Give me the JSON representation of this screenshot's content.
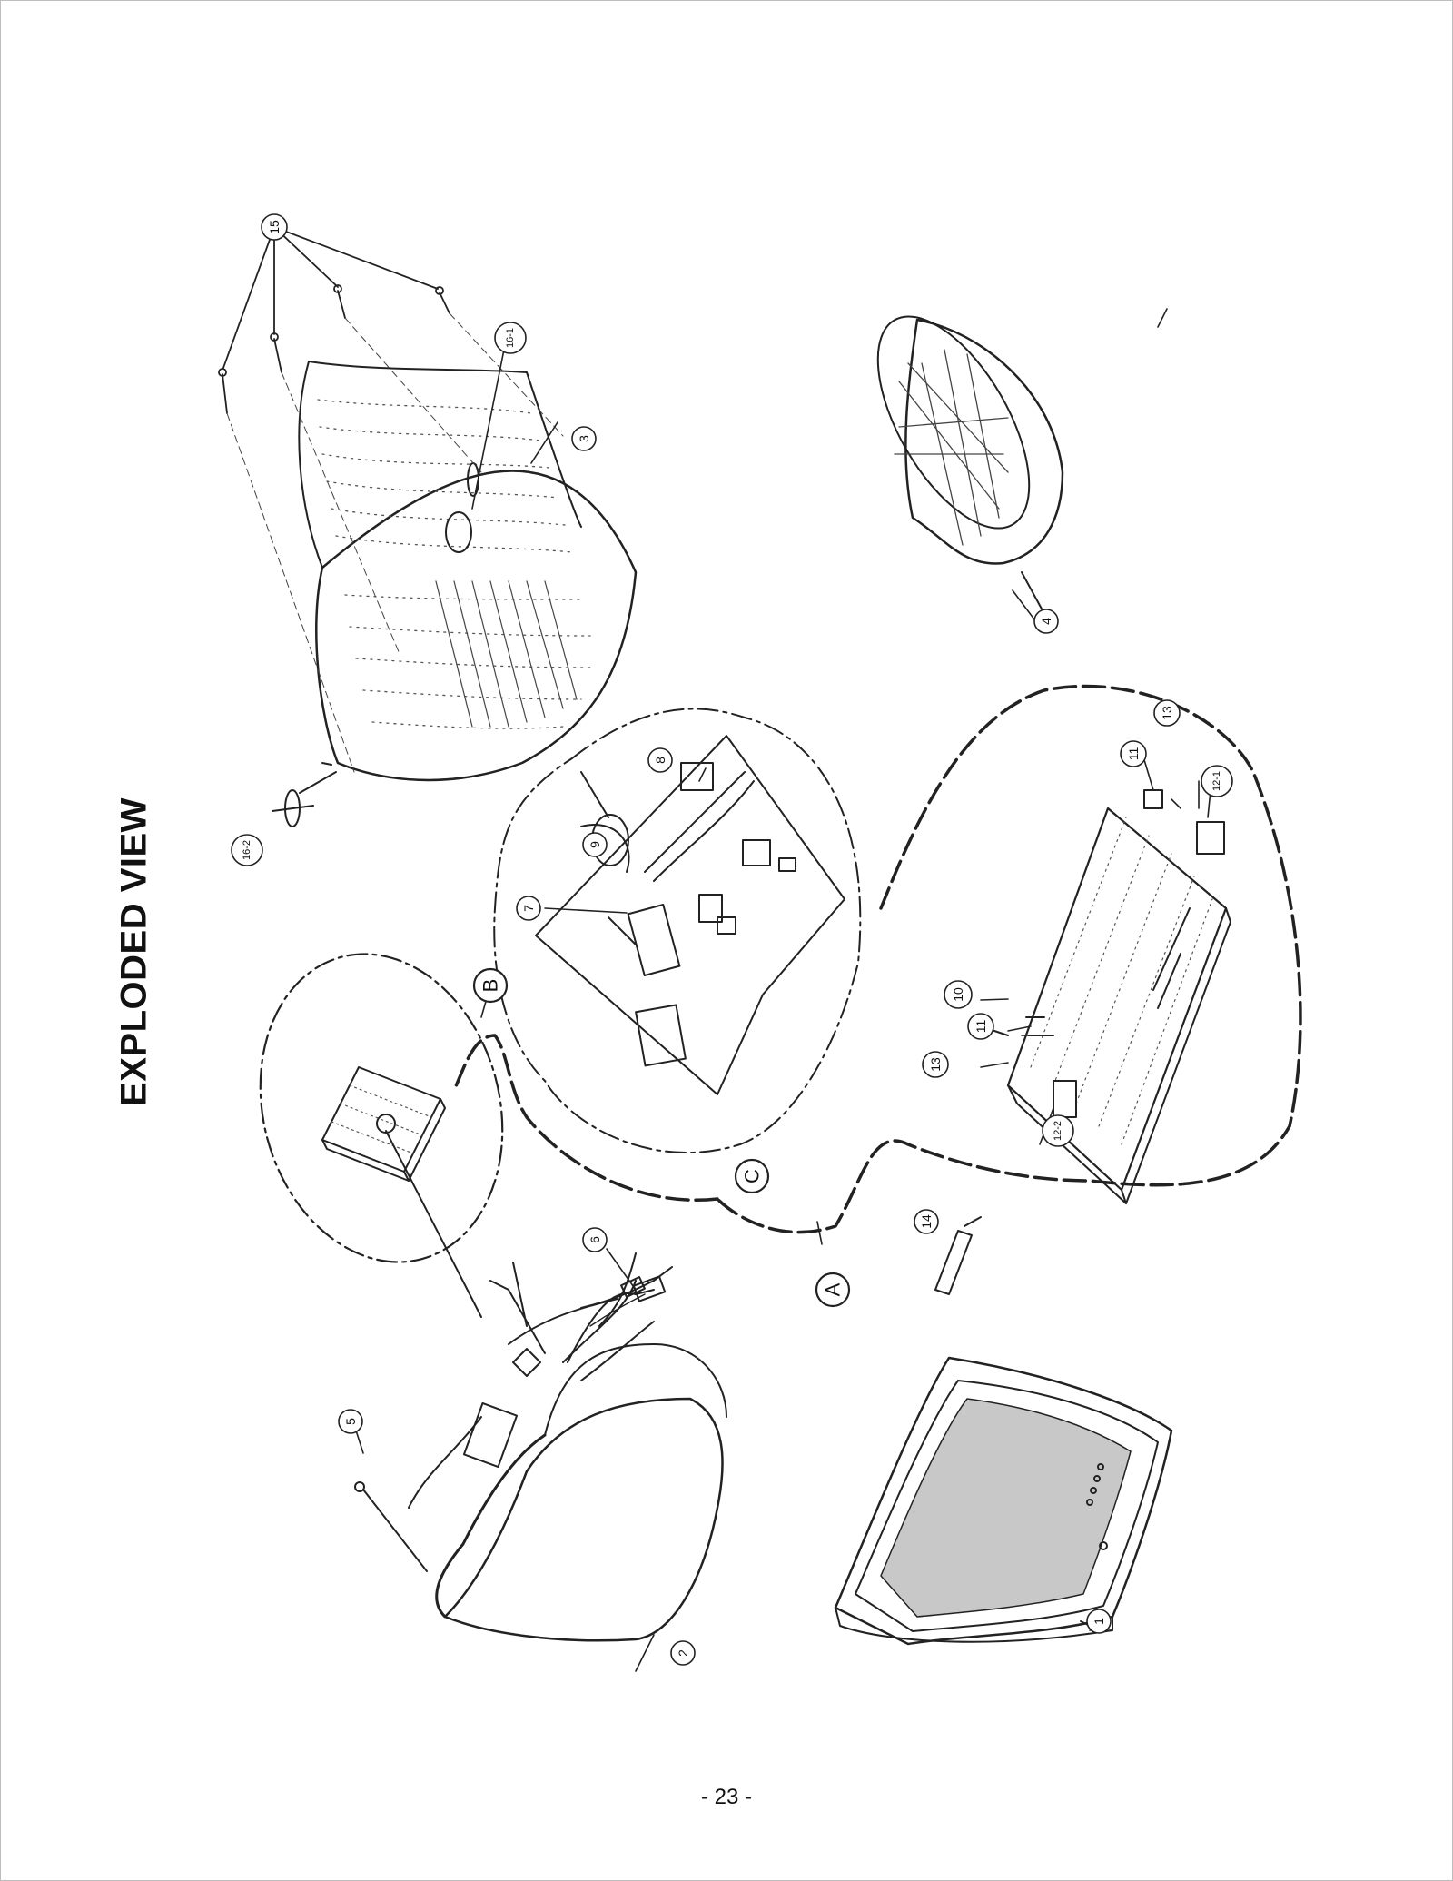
{
  "title": "EXPLODED VIEW",
  "page_number": "- 23 -",
  "colors": {
    "line": "#222222",
    "screen_fill": "#c8c8c8",
    "frame": "#bdbdbd"
  },
  "components": [
    {
      "label": "1",
      "icon": "front-cabinet-icon"
    },
    {
      "label": "2",
      "icon": "crt-tube-icon"
    },
    {
      "label": "3",
      "icon": "back-cover-icon"
    },
    {
      "label": "4",
      "icon": "stand-base-icon"
    },
    {
      "label": "5",
      "icon": "screw-icon"
    },
    {
      "label": "6",
      "icon": "cable-connector-icon"
    },
    {
      "label": "7",
      "icon": "board-component-icon"
    },
    {
      "label": "8",
      "icon": "board-component-icon"
    },
    {
      "label": "9",
      "icon": "cable-clamp-icon"
    },
    {
      "label": "10",
      "icon": "main-chassis-icon"
    },
    {
      "label": "11",
      "icon": "bracket-icon"
    },
    {
      "label": "12-1",
      "icon": "connector-icon"
    },
    {
      "label": "12-2",
      "icon": "connector-icon"
    },
    {
      "label": "13",
      "icon": "screw-icon"
    },
    {
      "label": "14",
      "icon": "control-board-icon"
    },
    {
      "label": "15",
      "icon": "screw-icon"
    },
    {
      "label": "16-1",
      "icon": "logo-badge-icon"
    },
    {
      "label": "16-2",
      "icon": "logo-badge-icon"
    }
  ],
  "assemblies": [
    {
      "label": "A"
    },
    {
      "label": "B"
    },
    {
      "label": "C"
    }
  ]
}
